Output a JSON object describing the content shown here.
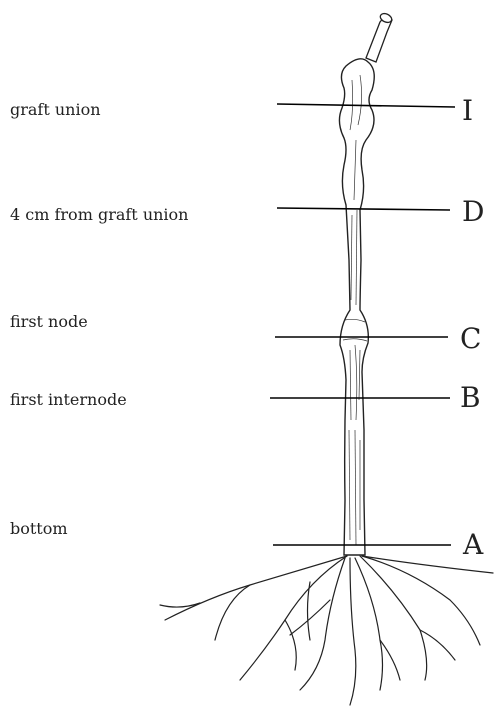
{
  "sections": [
    {
      "id": "graft-union",
      "label": "graft union",
      "letter": "I"
    },
    {
      "id": "4cm",
      "label": "4 cm from graft union",
      "letter": "D"
    },
    {
      "id": "first-node",
      "label": "first node",
      "letter": "C"
    },
    {
      "id": "first-internode",
      "label": "first internode",
      "letter": "B"
    },
    {
      "id": "bottom",
      "label": "bottom",
      "letter": "A"
    }
  ]
}
